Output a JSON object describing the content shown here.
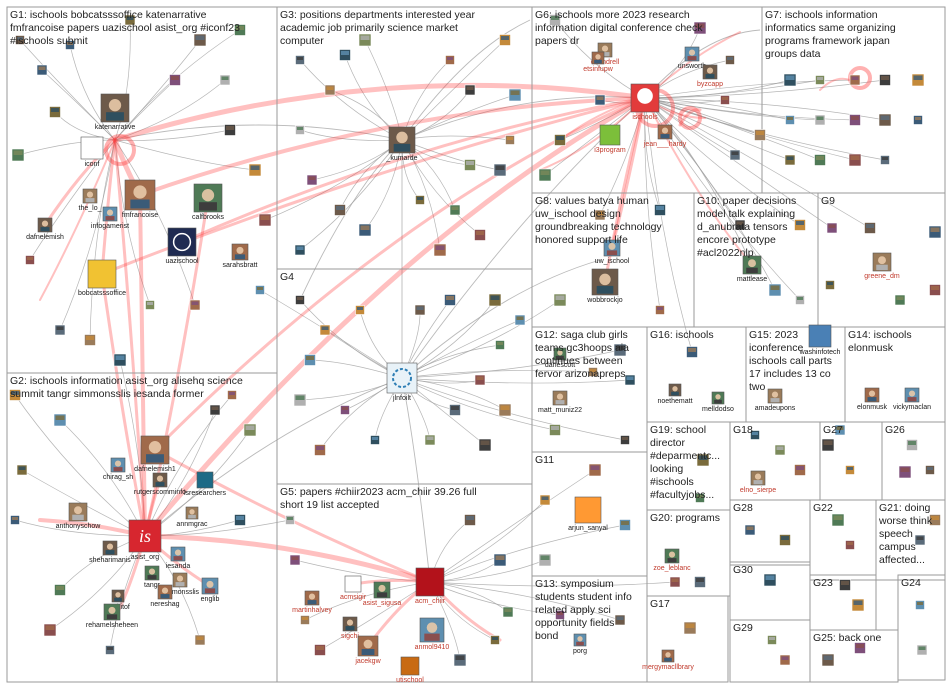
{
  "groups": [
    {
      "id": "G1",
      "lines": [
        "G1: ischools bobcatsssoffice katenarrative",
        "fmfrancoise papers uazischool asist_org #iconf23",
        "#ischools submit"
      ]
    },
    {
      "id": "G2",
      "lines": [
        "G2: ischools information asist_org alisehq science",
        "summit tangr simmonsslis iesanda former"
      ]
    },
    {
      "id": "G3",
      "lines": [
        "G3: positions departments interested year",
        "academic job primarily science market",
        "computer"
      ]
    },
    {
      "id": "G4",
      "lines": [
        "G4"
      ]
    },
    {
      "id": "G5",
      "lines": [
        "G5: papers #chiir2023 acm_chiir 39.26 full",
        "short 19 list accepted"
      ]
    },
    {
      "id": "G6",
      "lines": [
        "G6: ischools more 2023 research",
        "information digital conference check",
        "papers dr"
      ]
    },
    {
      "id": "G7",
      "lines": [
        "G7: ischools information",
        "informatics same organizing",
        "programs framework japan",
        "groups data"
      ]
    },
    {
      "id": "G8",
      "lines": [
        "G8: values batya human",
        "uw_ischool design",
        "groundbreaking technology",
        "honored support life"
      ]
    },
    {
      "id": "G9",
      "lines": [
        "G9"
      ]
    },
    {
      "id": "G10",
      "lines": [
        "G10: paper decisions",
        "model talk explaining",
        "d_anubrata tensors",
        "encore prototype",
        "#acl2022nlp"
      ]
    },
    {
      "id": "G11",
      "lines": [
        "G11"
      ]
    },
    {
      "id": "G12",
      "lines": [
        "G12: saga club girls",
        "teams gc3hoops aia",
        "continues between",
        "fervor arizonapreps"
      ]
    },
    {
      "id": "G13",
      "lines": [
        "G13: symposium",
        "students student info",
        "related apply sci",
        "opportunity fields",
        "bond"
      ]
    },
    {
      "id": "G14",
      "lines": [
        "G14: ischools",
        "elonmusk"
      ]
    },
    {
      "id": "G15",
      "lines": [
        "G15: 2023",
        "iconference",
        "ischools call parts",
        "17 includes 13 co",
        "two"
      ]
    },
    {
      "id": "G16",
      "lines": [
        "G16: ischools"
      ]
    },
    {
      "id": "G17",
      "lines": [
        "G17"
      ]
    },
    {
      "id": "G18",
      "lines": [
        "G18"
      ]
    },
    {
      "id": "G19",
      "lines": [
        "G19: school",
        "director",
        "#deparmentc...",
        "looking",
        "#ischools",
        "#facultyjobs..."
      ]
    },
    {
      "id": "G20",
      "lines": [
        "G20: programs"
      ]
    },
    {
      "id": "G21",
      "lines": [
        "G21: doing",
        "worse think",
        "speech",
        "campus",
        "affected..."
      ]
    },
    {
      "id": "G22",
      "lines": [
        "G22"
      ]
    },
    {
      "id": "G23",
      "lines": [
        "G23"
      ]
    },
    {
      "id": "G24",
      "lines": [
        "G24"
      ]
    },
    {
      "id": "G25",
      "lines": [
        "G25: back one"
      ]
    },
    {
      "id": "G26",
      "lines": [
        "G26"
      ]
    },
    {
      "id": "G27",
      "lines": [
        "G27"
      ]
    },
    {
      "id": "G28",
      "lines": [
        "G28"
      ]
    },
    {
      "id": "G29",
      "lines": [
        "G29"
      ]
    },
    {
      "id": "G30",
      "lines": [
        "G30"
      ]
    }
  ],
  "labeled_nodes": [
    {
      "id": "katenarrative",
      "label": "katenarrative",
      "color": "#1a1a1a"
    },
    {
      "id": "iconf",
      "label": "iconf",
      "color": "#1a1a1a"
    },
    {
      "id": "the_lo",
      "label": "the_lo_",
      "color": "#1a1a1a"
    },
    {
      "id": "fmfrancoise",
      "label": "fmfrancoise",
      "color": "#1a1a1a"
    },
    {
      "id": "infogamerist",
      "label": "infogamerist",
      "color": "#1a1a1a"
    },
    {
      "id": "dafnelemish",
      "label": "dafnelemish",
      "color": "#1a1a1a"
    },
    {
      "id": "calfbrooks",
      "label": "calfbrooks",
      "color": "#1a1a1a"
    },
    {
      "id": "uazischool",
      "label": "uazischool",
      "color": "#1a1a1a"
    },
    {
      "id": "sarahsbratt",
      "label": "sarahsbratt",
      "color": "#1a1a1a"
    },
    {
      "id": "bobcatsssoffice",
      "label": "bobcatsssoffice",
      "color": "#1a1a1a"
    },
    {
      "id": "kumarde",
      "label": "_kumarde",
      "color": "#1a1a1a"
    },
    {
      "id": "jlnfoilt",
      "label": "jlnfoilt",
      "color": "#1a1a1a"
    },
    {
      "id": "evandrell",
      "label": "evandrell",
      "color": "#c0392b"
    },
    {
      "id": "etsinfupw",
      "label": "etsinfupw",
      "color": "#c0392b"
    },
    {
      "id": "unsworth",
      "label": "unsworth",
      "color": "#1a1a1a"
    },
    {
      "id": "byzcapp",
      "label": "byzcapp",
      "color": "#c0392b"
    },
    {
      "id": "ischools",
      "label": "ischools",
      "color": "#c0392b"
    },
    {
      "id": "i3program",
      "label": "i3program",
      "color": "#c0392b"
    },
    {
      "id": "jean_hardy",
      "label": "jean___hardy",
      "color": "#c0392b"
    },
    {
      "id": "uw_ischool",
      "label": "uw_ischool",
      "color": "#1a1a1a"
    },
    {
      "id": "wobbrockjo",
      "label": "wobbrockjo",
      "color": "#1a1a1a"
    },
    {
      "id": "mattlease",
      "label": "mattlease",
      "color": "#1a1a1a"
    },
    {
      "id": "greene_dm",
      "label": "greene_dm",
      "color": "#c0392b"
    },
    {
      "id": "dafnelemish1",
      "label": "dafnelemish1",
      "color": "#1a1a1a"
    },
    {
      "id": "chirag_sh",
      "label": "chirag_sh",
      "color": "#1a1a1a"
    },
    {
      "id": "rutgerscomminfo",
      "label": "rutgerscomminfo",
      "color": "#1a1a1a"
    },
    {
      "id": "lsresearchers",
      "label": "lsresearchers",
      "color": "#1a1a1a"
    },
    {
      "id": "anthonyschow",
      "label": "anthonyschow",
      "color": "#1a1a1a"
    },
    {
      "id": "asist_org",
      "label": "asist_org",
      "color": "#1a1a1a"
    },
    {
      "id": "iesanda",
      "label": "iesanda",
      "color": "#1a1a1a"
    },
    {
      "id": "sheharimanis",
      "label": "sheharimanis",
      "color": "#1a1a1a"
    },
    {
      "id": "tangr",
      "label": "tangr",
      "color": "#1a1a1a"
    },
    {
      "id": "simmonsslis",
      "label": "simmonsslis",
      "color": "#1a1a1a"
    },
    {
      "id": "nereshag",
      "label": "nereshag",
      "color": "#1a1a1a"
    },
    {
      "id": "englib",
      "label": "englib",
      "color": "#1a1a1a"
    },
    {
      "id": "ssekitof",
      "label": "ssekitof",
      "color": "#1a1a1a"
    },
    {
      "id": "rehamelsheheen",
      "label": "rehamelsheheen",
      "color": "#1a1a1a"
    },
    {
      "id": "annmgrac",
      "label": "annmgrac",
      "color": "#1a1a1a"
    },
    {
      "id": "martinhalvey",
      "label": "martinhalvey",
      "color": "#c0392b"
    },
    {
      "id": "acmsigir",
      "label": "acmsigir",
      "color": "#c0392b"
    },
    {
      "id": "sigchi",
      "label": "sigchi",
      "color": "#c0392b"
    },
    {
      "id": "asist_sigusa",
      "label": "asist_sigusa",
      "color": "#c0392b"
    },
    {
      "id": "acm_chiir",
      "label": "acm_chiir",
      "color": "#c0392b"
    },
    {
      "id": "jacekgw",
      "label": "jacekgw",
      "color": "#c0392b"
    },
    {
      "id": "anmol9410",
      "label": "anmol9410",
      "color": "#c0392b"
    },
    {
      "id": "utischool",
      "label": "utischool",
      "color": "#c0392b"
    },
    {
      "id": "danescott",
      "label": "danescott",
      "color": "#1a1a1a"
    },
    {
      "id": "matt_muniz22",
      "label": "matt_muniz22",
      "color": "#1a1a1a"
    },
    {
      "id": "arjun_sanyal",
      "label": "arjun_sanyal",
      "color": "#1a1a1a"
    },
    {
      "id": "porg",
      "label": "porg",
      "color": "#1a1a1a"
    },
    {
      "id": "noethematt",
      "label": "noethematt",
      "color": "#1a1a1a"
    },
    {
      "id": "melldodso",
      "label": "melldodso",
      "color": "#1a1a1a"
    },
    {
      "id": "amadeupons",
      "label": "amadeupons",
      "color": "#1a1a1a"
    },
    {
      "id": "elonmusk",
      "label": "elonmusk",
      "color": "#1a1a1a"
    },
    {
      "id": "vickymaclan",
      "label": "vickymaclan",
      "color": "#1a1a1a"
    },
    {
      "id": "washinfotech",
      "label": "washinfotech",
      "color": "#1a1a1a"
    },
    {
      "id": "zoe_leblanc",
      "label": "zoe_leblanc",
      "color": "#c0392b"
    },
    {
      "id": "elno_sierpe",
      "label": "elno_sierpe",
      "color": "#c0392b"
    },
    {
      "id": "mergymacllbrary",
      "label": "mergymacllbrary",
      "color": "#c0392b"
    }
  ]
}
